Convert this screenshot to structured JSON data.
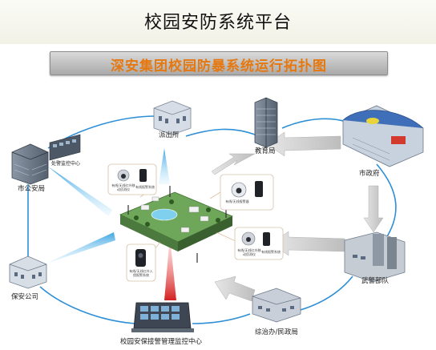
{
  "page_title": "校园安防系统平台",
  "banner_title": "深安集团校园防暴系统运行拓扑图",
  "colors": {
    "link": "#2e8fd6",
    "arrow_gray": "#c9c9c9",
    "arrow_blue": "#5bb8e8",
    "arrow_red": "#d92020",
    "banner_text": "#e6780f"
  },
  "nodes": {
    "police_station": "派出所",
    "education_bureau": "教育局",
    "city_government": "市政府",
    "city_public_security": "市公安局",
    "alarm_center_small": "处警监控中心",
    "armed_police": "武警部队",
    "security_company": "保安公司",
    "comprehensive_office": "综治办/民政局",
    "campus_monitor_center": "校园安保接警管理监控中心"
  },
  "device_labels": {
    "d1a": "有线/无线红外移动侦测仪",
    "d1b": "有线报警系统",
    "d2": "有线/无线报警器",
    "d3a": "有线/无线红外移动侦测仪",
    "d3b": "有线报警系统",
    "d4": "有线/无线红外入侵报警系统"
  }
}
